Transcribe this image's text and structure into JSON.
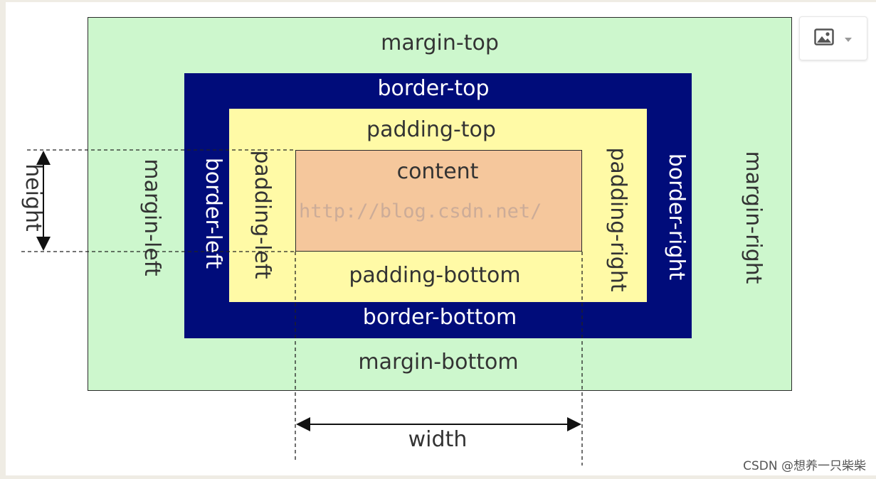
{
  "diagram": {
    "margin": {
      "top": "margin-top",
      "bottom": "margin-bottom",
      "left": "margin-left",
      "right": "margin-right"
    },
    "border": {
      "top": "border-top",
      "bottom": "border-bottom",
      "left": "border-left",
      "right": "border-right"
    },
    "padding": {
      "top": "padding-top",
      "bottom": "padding-bottom",
      "left": "padding-left",
      "right": "padding-right"
    },
    "content": "content",
    "height_label": "height",
    "width_label": "width",
    "watermark": "http://blog.csdn.net/",
    "credit": "CSDN @想养一只柴柴"
  },
  "colors": {
    "margin": "#cdf7cd",
    "border": "#000c7a",
    "padding": "#fffaa6",
    "content": "#f5c79c"
  },
  "toolbar": {
    "image_icon": "image-icon",
    "dropdown_icon": "caret-down-icon"
  }
}
